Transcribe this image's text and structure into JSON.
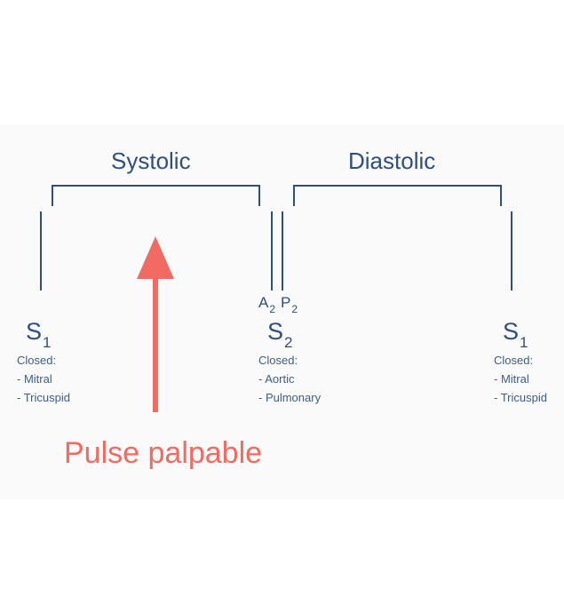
{
  "brackets": {
    "systolic_label": "Systolic",
    "diastolic_label": "Diastolic"
  },
  "s1_left": {
    "letter": "S",
    "sub": "1",
    "closed_label": "Closed:",
    "valves": [
      "- Mitral",
      "- Tricuspid"
    ]
  },
  "s2": {
    "letter": "S",
    "sub": "2",
    "components": {
      "a_letter": "A",
      "a_sub": "2",
      "p_letter": "P",
      "p_sub": "2"
    },
    "closed_label": "Closed:",
    "valves": [
      "- Aortic",
      "- Pulmonary"
    ]
  },
  "s1_right": {
    "letter": "S",
    "sub": "1",
    "closed_label": "Closed:",
    "valves": [
      "- Mitral",
      "- Tricuspid"
    ]
  },
  "pulse": {
    "label": "Pulse palpable"
  },
  "colors": {
    "line": "#2f4f7c",
    "text": "#2f4f7c",
    "accent": "#f26b63",
    "panel": "#fafafa"
  }
}
